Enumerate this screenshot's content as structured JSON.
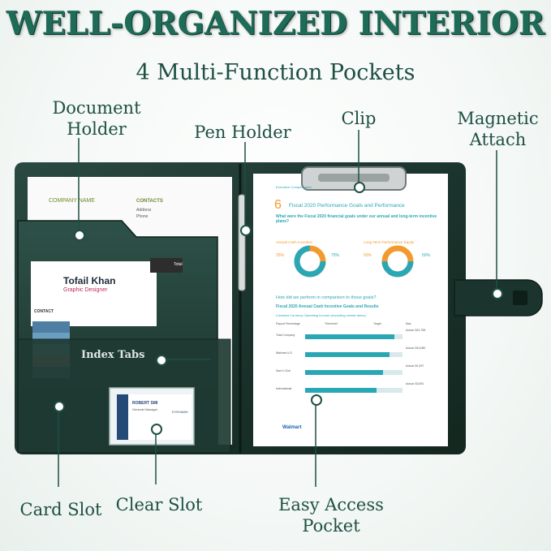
{
  "headline": "WELL-ORGANIZED INTERIOR",
  "subheadline": "4 Multi-Function Pockets",
  "callouts": {
    "document_holder_1": "Document",
    "document_holder_2": "Holder",
    "pen_holder": "Pen Holder",
    "clip": "Clip",
    "magnetic_1": "Magnetic",
    "magnetic_2": "Attach",
    "card_slot": "Card Slot",
    "clear_slot": "Clear Slot",
    "easy_access_1": "Easy Access",
    "easy_access_2": "Pocket",
    "index_tabs": "Index Tabs"
  },
  "left_page": {
    "company": "COMPANY NAME",
    "contacts": "CONTACTS",
    "contact_lines": [
      "Address",
      "Phone"
    ],
    "resume_name": "Tofail Khan",
    "resume_title": "Graphic Designer",
    "resume_contact": "CONTACT",
    "card_name": "ROBERT SMI",
    "card_role": "General Manager",
    "card_logo": "EYEHAWK",
    "label_tab": "Total"
  },
  "right_page": {
    "header": "Executive Compensation",
    "page_number_mark": "6",
    "title": "Fiscal 2020 Performance Goals and Performance",
    "question1": "What were the Fiscal 2020 financial goals under our annual and long-term incentive plans?",
    "section_cash": "Annual Cash Incentive",
    "section_equity": "Long-Term Performance Equity",
    "pct_a": "25%",
    "pct_b": "75%",
    "pct_c": "50%",
    "pct_d": "50%",
    "question2": "How did we perform in comparison to those goals?",
    "chart_title": "Fiscal 2020 Annual Cash Incentive Goals and Results",
    "chart_subtitle": "Constant Currency Operating Income (excluding certain items)",
    "col_headers": [
      "Payout Percentage",
      "Threshold",
      "Target",
      "Max"
    ],
    "rows": [
      "Total Company",
      "Walmart U.S.",
      "Sam's Club",
      "International"
    ],
    "actuals": [
      "Actual: $21,758",
      "Actual: $16,080",
      "Actual: $1,597",
      "Actual: $3,891"
    ],
    "footer_brand": "Walmart"
  },
  "colors": {
    "brand_green": "#1e6b57",
    "text_green": "#1e4f43",
    "leather": "#1d3a32",
    "accent_teal": "#2aa7b5",
    "accent_orange": "#f29a2e"
  }
}
